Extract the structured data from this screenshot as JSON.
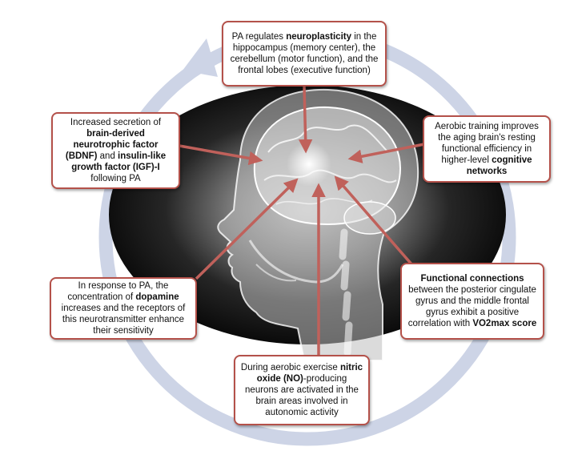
{
  "colors": {
    "box_border": "#b4514a",
    "arrow": "#c0615b",
    "ring": "#cdd4e6",
    "ellipse_dark": "#0d0d0d",
    "ellipse_light": "#9a9a9a"
  },
  "illustration": "brain-head-xray",
  "boxes": {
    "top": {
      "t1": "PA regulates ",
      "b1": "neuroplasticity",
      "t2": " in the hippocampus (memory center), the cerebellum (motor function), and the frontal lobes (executive function)"
    },
    "upper_left": {
      "t1": "Increased secretion of ",
      "b1": "brain-derived neurotrophic factor (BDNF)",
      "t2": " and ",
      "b2": "insulin-like growth factor (IGF)-I",
      "t3": " following PA"
    },
    "upper_right": {
      "t1": "Aerobic training improves the aging brain's resting functional efficiency in higher-level ",
      "b1": "cognitive networks"
    },
    "lower_left": {
      "t1": "In response to PA, the concentration of ",
      "b1": "dopamine",
      "t2": " increases and the receptors of this neurotransmitter enhance their sensitivity"
    },
    "lower_right": {
      "b1": "Functional connections",
      "t1": " between the posterior cingulate gyrus and the middle frontal gyrus exhibit a positive correlation with ",
      "b2": "VO2max score"
    },
    "bottom": {
      "t1": "During aerobic exercise ",
      "b1": "nitric oxide (NO)",
      "t2": "-producing neurons are activated in the brain areas involved in autonomic activity"
    }
  }
}
